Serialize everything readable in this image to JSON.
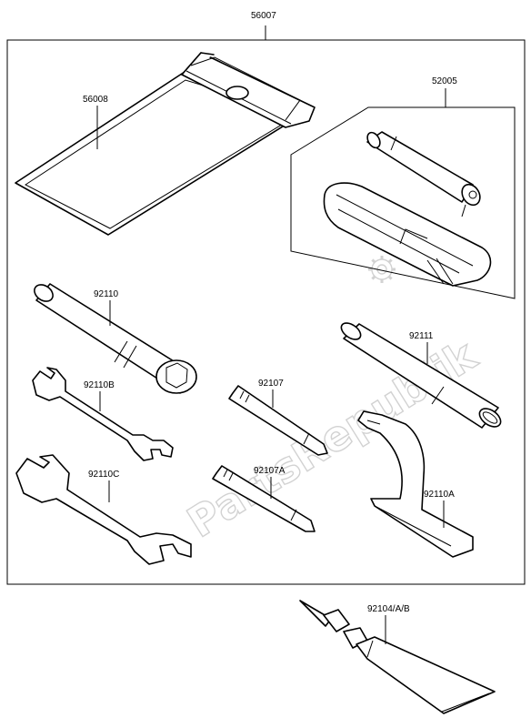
{
  "diagram": {
    "watermark": "PartsRepublik",
    "labels": {
      "p56007": "56007",
      "p56008": "56008",
      "p52005": "52005",
      "p92110": "92110",
      "p92111": "92111",
      "p92110B": "92110B",
      "p92107": "92107",
      "p92110C": "92110C",
      "p92107A": "92107A",
      "p92110A": "92110A",
      "p92104": "92104/A/B"
    }
  }
}
